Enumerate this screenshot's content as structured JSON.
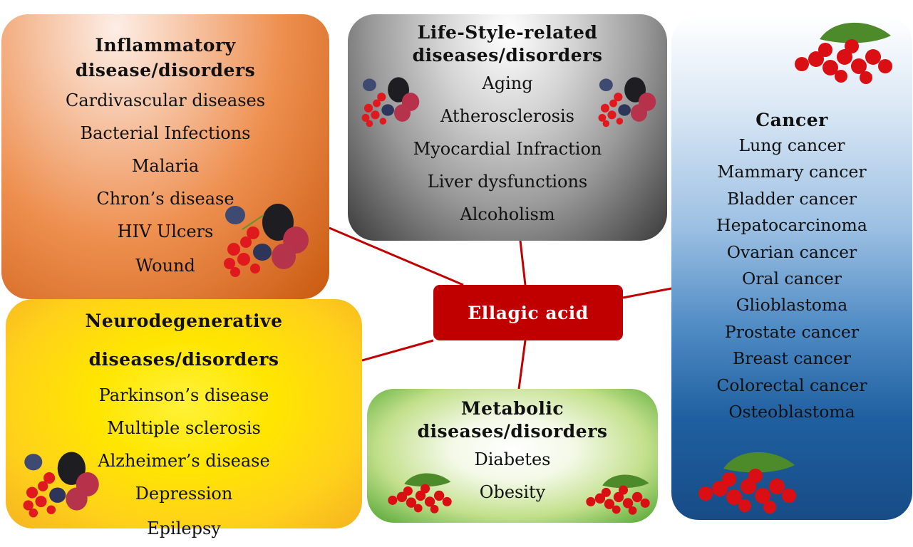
{
  "center": {
    "label": "Ellagic acid"
  },
  "inflammatory": {
    "title_line1": "Inflammatory",
    "title_line2": "disease/disorders",
    "items": [
      "Cardivascular diseases",
      "Bacterial Infections",
      "Malaria",
      "Chron’s disease",
      "HIV Ulcers",
      "Wound"
    ]
  },
  "lifestyle": {
    "title_line1": "Life-Style-related",
    "title_line2": "diseases/disorders",
    "items": [
      "Aging",
      "Atherosclerosis",
      "Myocardial Infraction",
      "Liver dysfunctions",
      "Alcoholism"
    ]
  },
  "cancer": {
    "title": "Cancer",
    "items": [
      "Lung cancer",
      "Mammary cancer",
      "Bladder cancer",
      "Hepatocarcinoma",
      "Ovarian cancer",
      "Oral cancer",
      "Glioblastoma",
      "Prostate cancer",
      "Breast cancer",
      "Colorectal cancer",
      "Osteoblastoma"
    ]
  },
  "neuro": {
    "title_line1": "Neurodegenerative",
    "title_line2": "diseases/disorders",
    "items": [
      "Parkinson’s disease",
      "Multiple sclerosis",
      "Alzheimer’s disease",
      "Depression",
      "Epilepsy"
    ]
  },
  "metabolic": {
    "title_line1": "Metabolic",
    "title_line2": "diseases/disorders",
    "items": [
      "Diabetes",
      "Obesity"
    ]
  },
  "colors": {
    "connector": "#c00000",
    "center_fill": "#c00000"
  }
}
